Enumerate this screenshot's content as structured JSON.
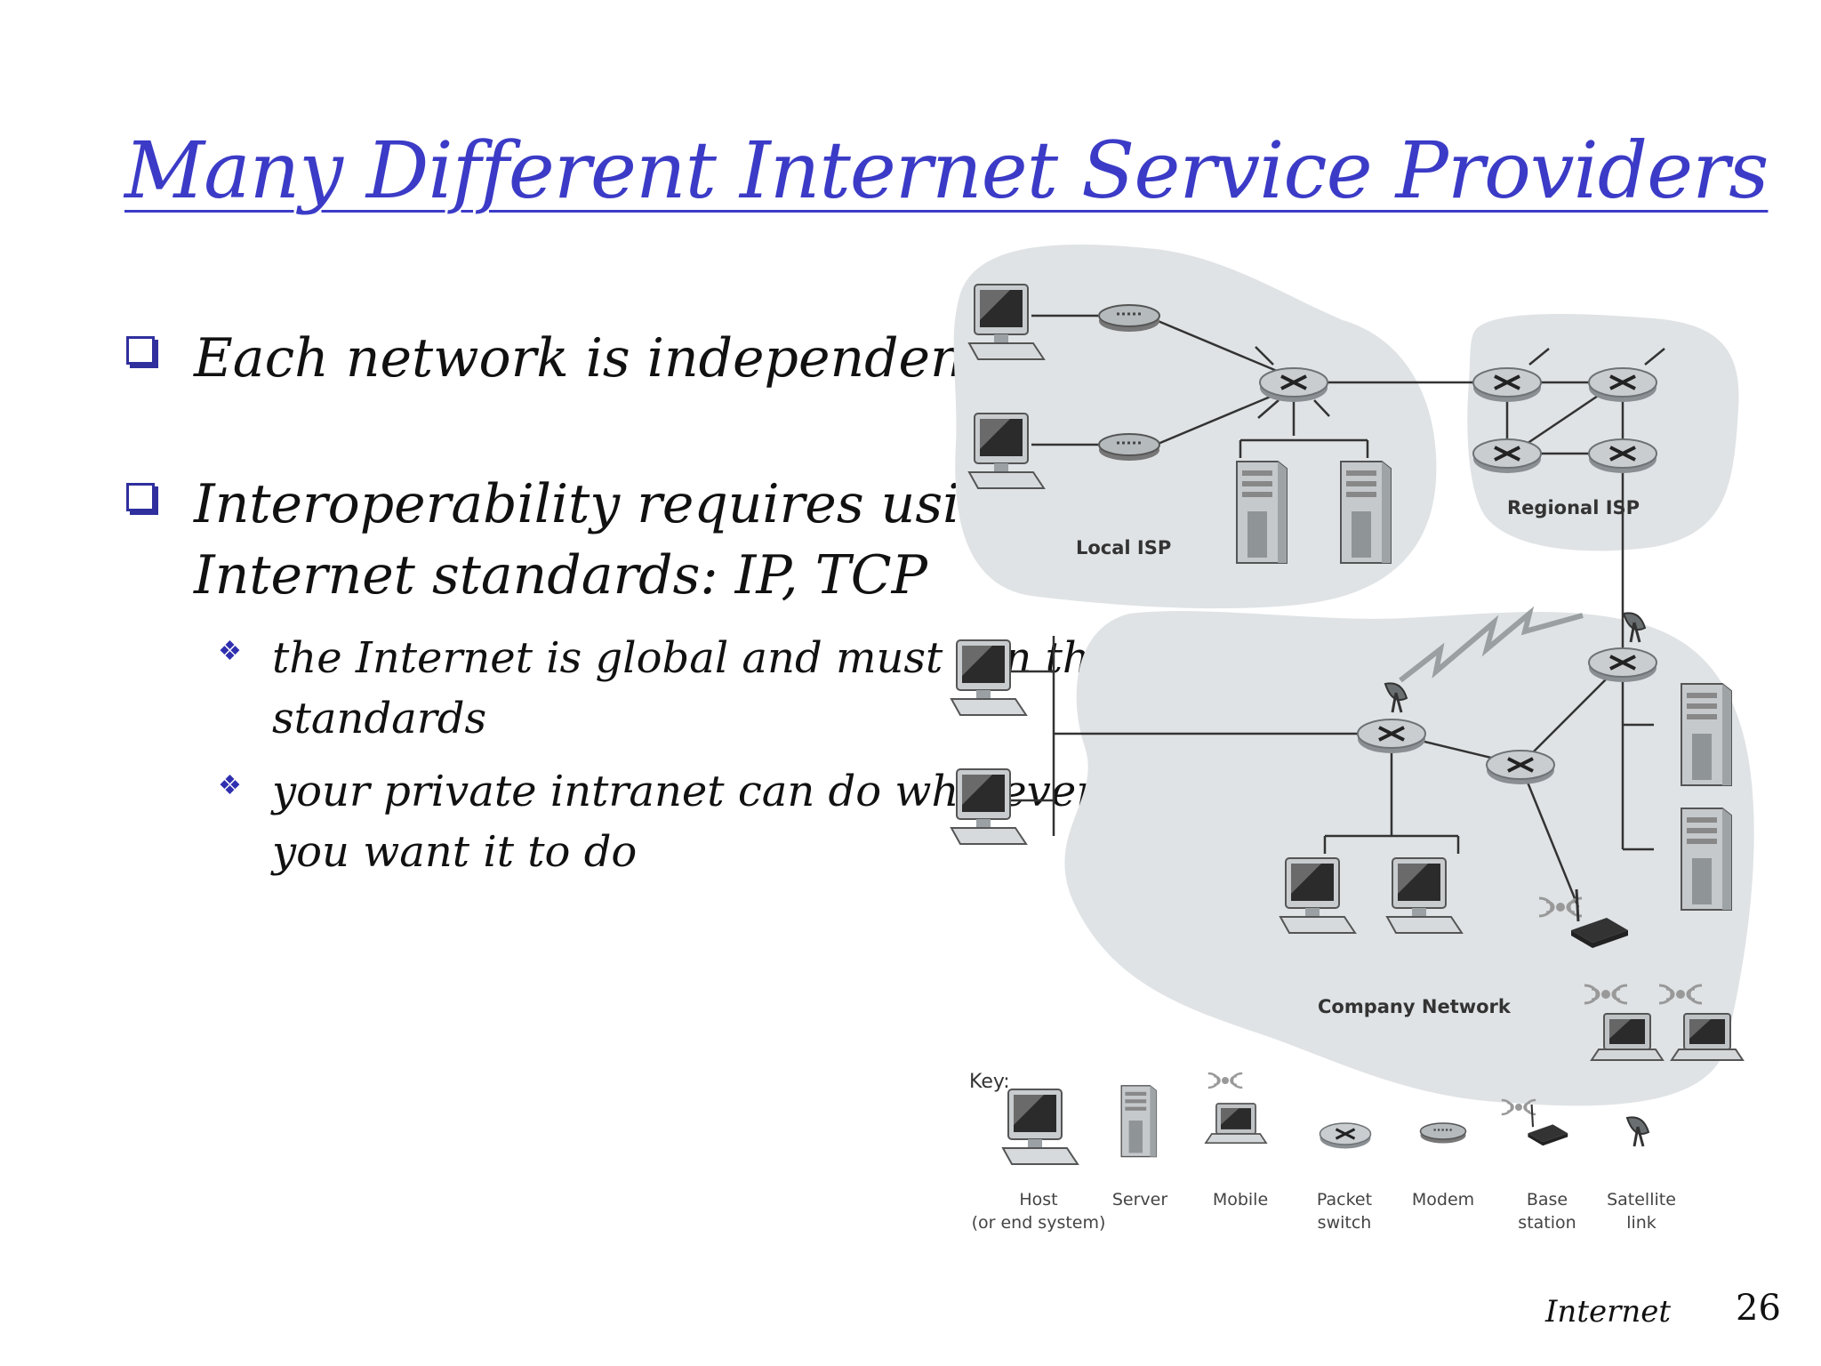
{
  "slide": {
    "title": "Many Different Internet Service Providers",
    "bullets": [
      {
        "text": "Each network is    independent"
      },
      {
        "line1": "Interoperability requires using",
        "line2": "Internet standards:   IP, TCP",
        "sub": [
          {
            "line1": "the Internet is global and must run these",
            "line2": "standards"
          },
          {
            "line1": "your private intranet can do whatever",
            "line2": "you want it to do"
          }
        ]
      }
    ],
    "footer": "Internet",
    "page_number": "26"
  },
  "diagram": {
    "regions": {
      "local": "Local ISP",
      "regional": "Regional ISP",
      "company": "Company Network"
    },
    "key_title": "Key:",
    "key": [
      {
        "line1": "Host",
        "line2": "(or end system)",
        "icon": "host-icon"
      },
      {
        "line1": "Server",
        "line2": "",
        "icon": "server-icon"
      },
      {
        "line1": "Mobile",
        "line2": "",
        "icon": "mobile-icon"
      },
      {
        "line1": "Packet",
        "line2": "switch",
        "icon": "packet-switch-icon"
      },
      {
        "line1": "Modem",
        "line2": "",
        "icon": "modem-icon"
      },
      {
        "line1": "Base",
        "line2": "station",
        "icon": "base-station-icon"
      },
      {
        "line1": "Satellite",
        "line2": "link",
        "icon": "satellite-link-icon"
      }
    ],
    "colors": {
      "cloud": "#dfe3e5",
      "title": "#3b3bc7",
      "bullet_box": "#2f2f9e"
    }
  }
}
